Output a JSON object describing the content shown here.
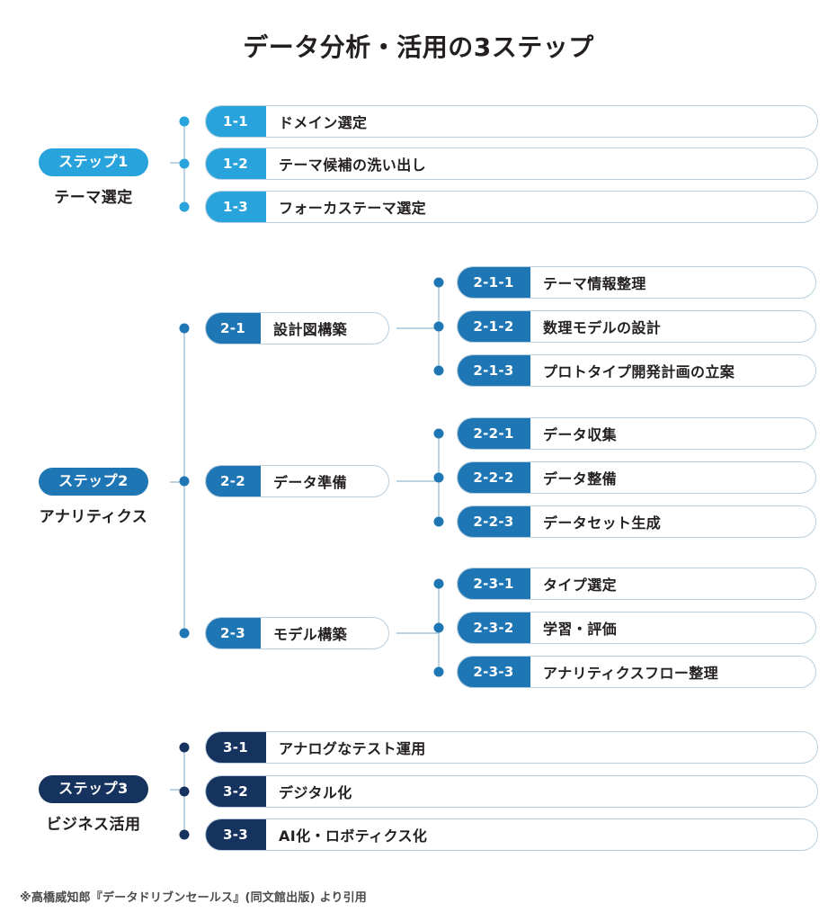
{
  "title": "データ分析・活用の3ステップ",
  "footnote": "※高橋威知郎『データドリブンセールス』(同文館出版) より引用",
  "colors": {
    "step1": "#29a3dc",
    "step2": "#1f76b4",
    "step3": "#16335f",
    "bar_border": "#b9cfdd",
    "wire": "#bcd3e2",
    "text": "#231f20",
    "background": "#ffffff"
  },
  "steps": [
    {
      "pill": "ステップ1",
      "subtitle": "テーマ選定",
      "color_key": "step1",
      "items": [
        {
          "code": "1-1",
          "label": "ドメイン選定",
          "children": []
        },
        {
          "code": "1-2",
          "label": "テーマ候補の洗い出し",
          "children": []
        },
        {
          "code": "1-3",
          "label": "フォーカステーマ選定",
          "children": []
        }
      ]
    },
    {
      "pill": "ステップ2",
      "subtitle": "アナリティクス",
      "color_key": "step2",
      "items": [
        {
          "code": "2-1",
          "label": "設計図構築",
          "children": [
            {
              "code": "2-1-1",
              "label": "テーマ情報整理"
            },
            {
              "code": "2-1-2",
              "label": "数理モデルの設計"
            },
            {
              "code": "2-1-3",
              "label": "プロトタイプ開発計画の立案"
            }
          ]
        },
        {
          "code": "2-2",
          "label": "データ準備",
          "children": [
            {
              "code": "2-2-1",
              "label": "データ収集"
            },
            {
              "code": "2-2-2",
              "label": "データ整備"
            },
            {
              "code": "2-2-3",
              "label": "データセット生成"
            }
          ]
        },
        {
          "code": "2-3",
          "label": "モデル構築",
          "children": [
            {
              "code": "2-3-1",
              "label": "タイプ選定"
            },
            {
              "code": "2-3-2",
              "label": "学習・評価"
            },
            {
              "code": "2-3-3",
              "label": "アナリティクスフロー整理"
            }
          ]
        }
      ]
    },
    {
      "pill": "ステップ3",
      "subtitle": "ビジネス活用",
      "color_key": "step3",
      "items": [
        {
          "code": "3-1",
          "label": "アナログなテスト運用",
          "children": []
        },
        {
          "code": "3-2",
          "label": "デジタル化",
          "children": []
        },
        {
          "code": "3-3",
          "label": "AI化・ロボティクス化",
          "children": []
        }
      ]
    }
  ]
}
